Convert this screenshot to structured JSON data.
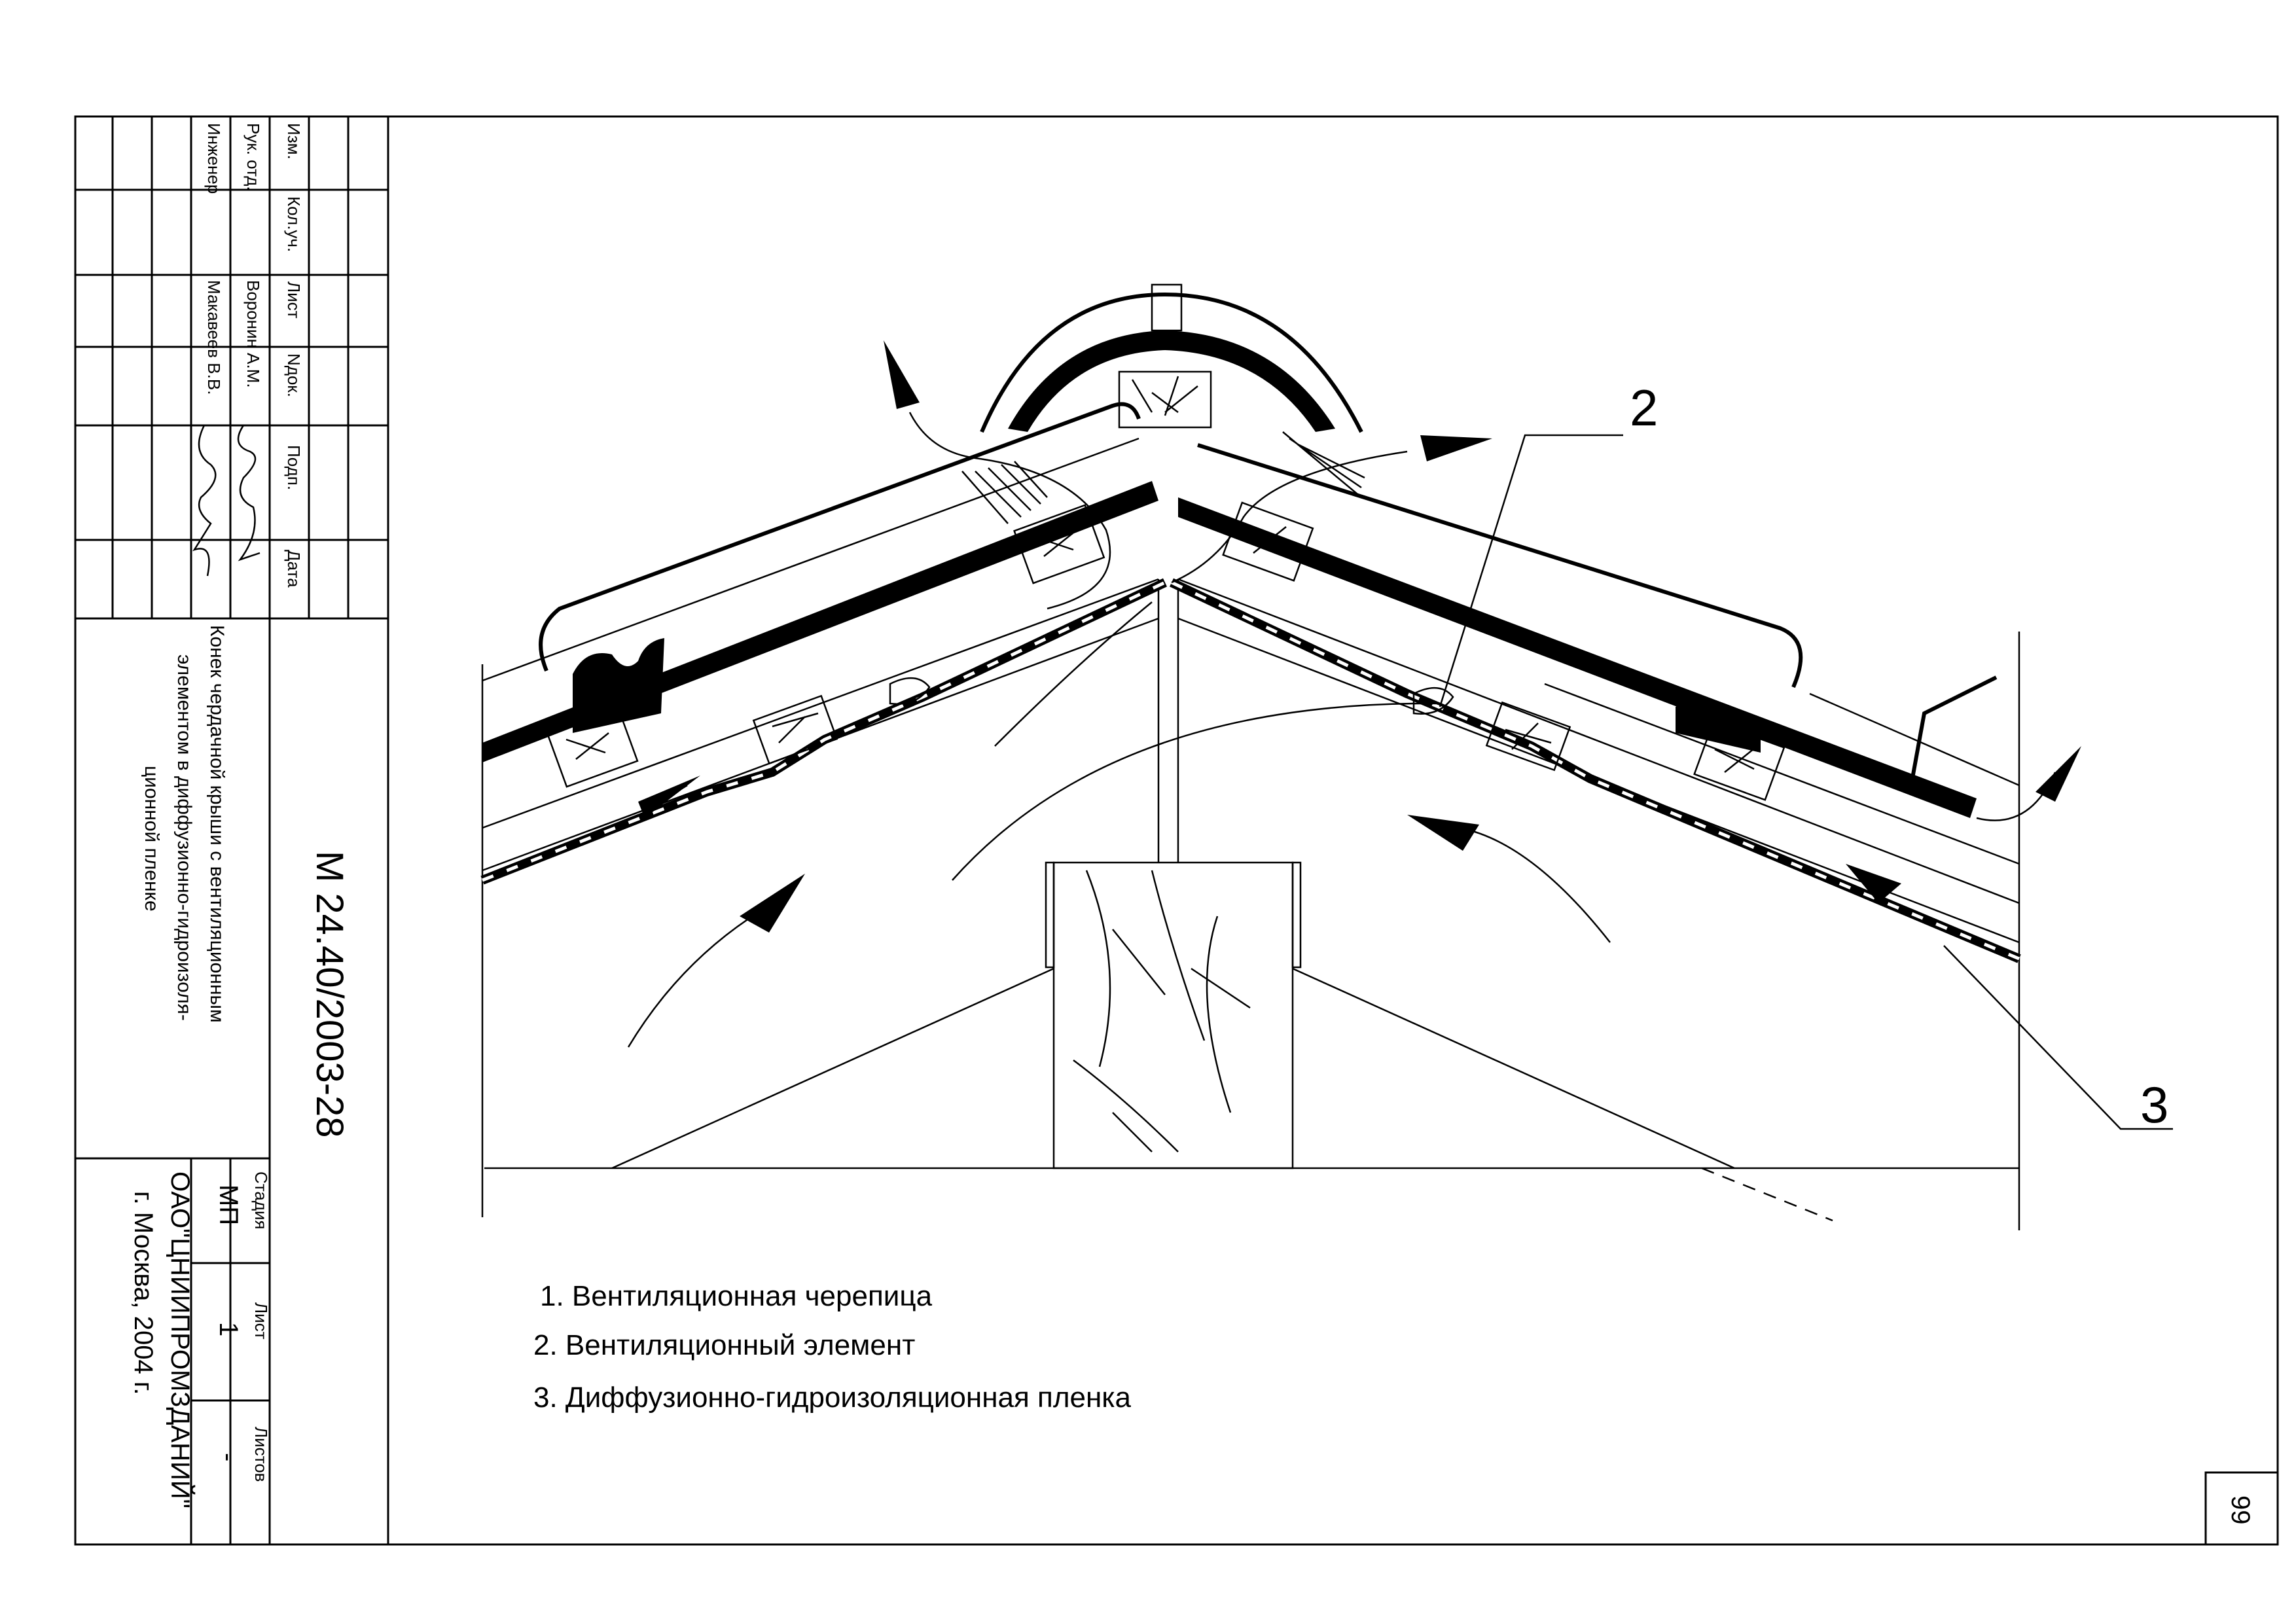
{
  "drawing": {
    "callouts": [
      "2",
      "3"
    ],
    "legend": [
      "1. Вентиляционная черепица",
      "2. Вентиляционный элемент",
      "3. Диффузионно-гидроизоляционная пленка"
    ]
  },
  "title_block": {
    "headers": [
      "Изм.",
      "Кол.уч.",
      "Лист",
      "Nдок.",
      "Подп.",
      "Дата"
    ],
    "roles": [
      "Рук. отд.",
      "Инженер"
    ],
    "names": [
      "Воронин А.М.",
      "Макавеев В.В."
    ],
    "document_code": "М 24.40/2003-28",
    "title_lines": [
      "Конек чердачной крыши с вентиляционным",
      "элементом в диффузионно-гидроизоля-",
      "ционной пленке"
    ],
    "stage_headers": [
      "Стадия",
      "Лист",
      "Листов"
    ],
    "stage_values": [
      "МП",
      "1",
      "-"
    ],
    "organization": [
      "ОАО\"ЦНИИПРОМЗДАНИЙ\"",
      "г. Москва, 2004 г."
    ]
  },
  "sheet_number": "99"
}
